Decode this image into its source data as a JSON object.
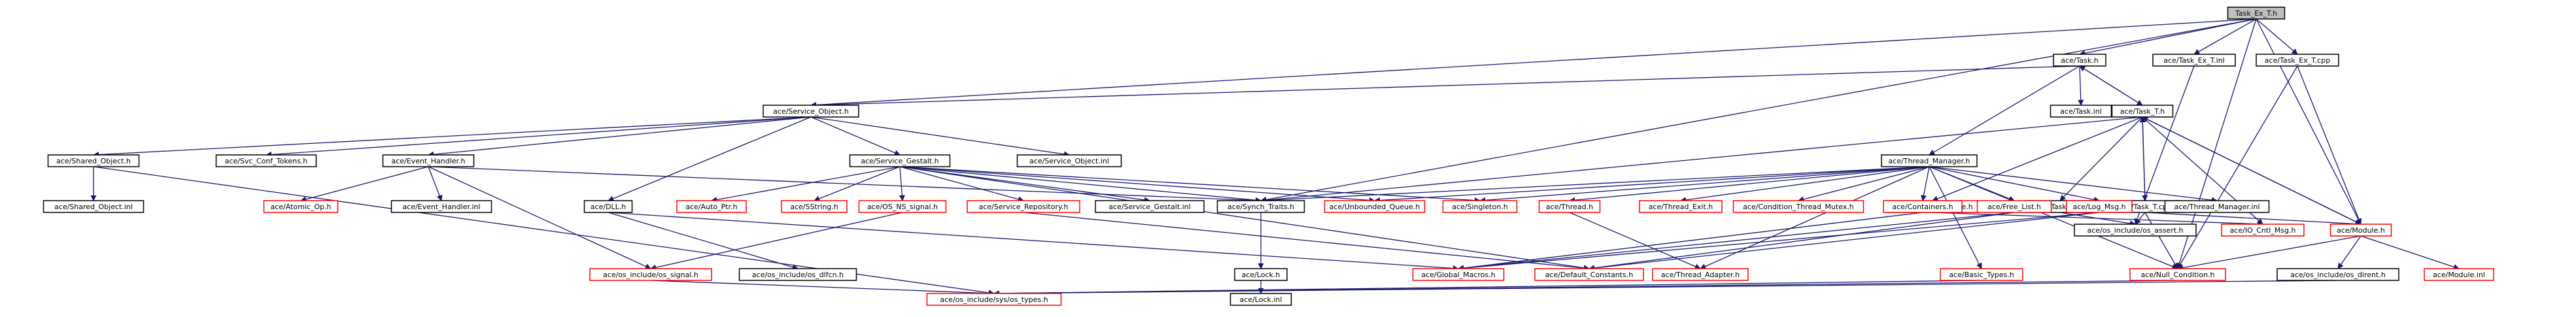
{
  "colors": {
    "root_fill": "#bfbfbf",
    "root_stroke": "#000000",
    "doc_stroke": "#000000",
    "undoc_stroke": "#ff0000",
    "node_fill": "#ffffff",
    "edge": "#191970",
    "text": "#000000"
  },
  "nodes": [
    {
      "id": "task_ex_t_h",
      "label": "Task_Ex_T.h",
      "kind": "root"
    },
    {
      "id": "task_h",
      "label": "ace/Task.h",
      "kind": "doc"
    },
    {
      "id": "task_ex_t_inl",
      "label": "ace/Task_Ex_T.inl",
      "kind": "doc"
    },
    {
      "id": "task_ex_t_cpp",
      "label": "ace/Task_Ex_T.cpp",
      "kind": "doc"
    },
    {
      "id": "service_object_h",
      "label": "ace/Service_Object.h",
      "kind": "doc"
    },
    {
      "id": "task_inl",
      "label": "ace/Task.inl",
      "kind": "doc"
    },
    {
      "id": "task_t_h",
      "label": "ace/Task_T.h",
      "kind": "doc"
    },
    {
      "id": "shared_object_h",
      "label": "ace/Shared_Object.h",
      "kind": "doc"
    },
    {
      "id": "svc_conf_tokens_h",
      "label": "ace/Svc_Conf_Tokens.h",
      "kind": "doc"
    },
    {
      "id": "event_handler_h",
      "label": "ace/Event_Handler.h",
      "kind": "doc"
    },
    {
      "id": "service_gestalt_h",
      "label": "ace/Service_Gestalt.h",
      "kind": "doc"
    },
    {
      "id": "service_object_inl",
      "label": "ace/Service_Object.inl",
      "kind": "doc"
    },
    {
      "id": "thread_manager_h",
      "label": "ace/Thread_Manager.h",
      "kind": "doc"
    },
    {
      "id": "message_queue_h",
      "label": "ace/Message_Queue.h",
      "kind": "undoc"
    },
    {
      "id": "task_t_inl",
      "label": "ace/Task_T.inl",
      "kind": "doc"
    },
    {
      "id": "task_t_cpp",
      "label": "ace/Task_T.cpp",
      "kind": "doc"
    },
    {
      "id": "shared_object_inl",
      "label": "ace/Shared_Object.inl",
      "kind": "doc"
    },
    {
      "id": "atomic_op_h",
      "label": "ace/Atomic_Op.h",
      "kind": "undoc"
    },
    {
      "id": "event_handler_inl",
      "label": "ace/Event_Handler.inl",
      "kind": "doc"
    },
    {
      "id": "dll_h",
      "label": "ace/DLL.h",
      "kind": "doc"
    },
    {
      "id": "auto_ptr_h",
      "label": "ace/Auto_Ptr.h",
      "kind": "undoc"
    },
    {
      "id": "sstring_h",
      "label": "ace/SString.h",
      "kind": "undoc"
    },
    {
      "id": "os_ns_signal_h",
      "label": "ace/OS_NS_signal.h",
      "kind": "undoc"
    },
    {
      "id": "service_repository_h",
      "label": "ace/Service_Repository.h",
      "kind": "undoc"
    },
    {
      "id": "service_gestalt_inl",
      "label": "ace/Service_Gestalt.inl",
      "kind": "doc"
    },
    {
      "id": "synch_traits_h",
      "label": "ace/Synch_Traits.h",
      "kind": "doc"
    },
    {
      "id": "unbounded_queue_h",
      "label": "ace/Unbounded_Queue.h",
      "kind": "undoc"
    },
    {
      "id": "singleton_h",
      "label": "ace/Singleton.h",
      "kind": "undoc"
    },
    {
      "id": "thread_h",
      "label": "ace/Thread.h",
      "kind": "undoc"
    },
    {
      "id": "thread_exit_h",
      "label": "ace/Thread_Exit.h",
      "kind": "undoc"
    },
    {
      "id": "condition_thread_mutex_h",
      "label": "ace/Condition_Thread_Mutex.h",
      "kind": "undoc"
    },
    {
      "id": "containers_h",
      "label": "ace/Containers.h",
      "kind": "undoc"
    },
    {
      "id": "free_list_h",
      "label": "ace/Free_List.h",
      "kind": "undoc"
    },
    {
      "id": "log_msg_h",
      "label": "ace/Log_Msg.h",
      "kind": "undoc"
    },
    {
      "id": "thread_manager_inl",
      "label": "ace/Thread_Manager.inl",
      "kind": "doc"
    },
    {
      "id": "io_cntl_msg_h",
      "label": "ace/IO_Cntl_Msg.h",
      "kind": "undoc"
    },
    {
      "id": "os_assert_h",
      "label": "ace/os_include/os_assert.h",
      "kind": "doc"
    },
    {
      "id": "module_h",
      "label": "ace/Module.h",
      "kind": "undoc"
    },
    {
      "id": "os_signal_h",
      "label": "ace/os_include/os_signal.h",
      "kind": "undoc"
    },
    {
      "id": "os_dlfcn_h",
      "label": "ace/os_include/os_dlfcn.h",
      "kind": "doc"
    },
    {
      "id": "lock_h",
      "label": "ace/Lock.h",
      "kind": "doc"
    },
    {
      "id": "global_macros_h",
      "label": "ace/Global_Macros.h",
      "kind": "undoc"
    },
    {
      "id": "default_constants_h",
      "label": "ace/Default_Constants.h",
      "kind": "undoc"
    },
    {
      "id": "thread_adapter_h",
      "label": "ace/Thread_Adapter.h",
      "kind": "undoc"
    },
    {
      "id": "basic_types_h",
      "label": "ace/Basic_Types.h",
      "kind": "undoc"
    },
    {
      "id": "null_condition_h",
      "label": "ace/Null_Condition.h",
      "kind": "undoc"
    },
    {
      "id": "os_dirent_h",
      "label": "ace/os_include/os_dirent.h",
      "kind": "doc"
    },
    {
      "id": "module_inl",
      "label": "ace/Module.inl",
      "kind": "undoc"
    },
    {
      "id": "os_types_h",
      "label": "ace/os_include/sys/os_types.h",
      "kind": "undoc"
    },
    {
      "id": "lock_inl",
      "label": "ace/Lock.inl",
      "kind": "doc"
    }
  ],
  "edges": [
    [
      "task_ex_t_h",
      "task_h"
    ],
    [
      "task_ex_t_h",
      "task_ex_t_inl"
    ],
    [
      "task_ex_t_h",
      "task_ex_t_cpp"
    ],
    [
      "task_ex_t_h",
      "service_object_h"
    ],
    [
      "task_ex_t_h",
      "synch_traits_h"
    ],
    [
      "task_ex_t_h",
      "module_h"
    ],
    [
      "task_ex_t_h",
      "null_condition_h"
    ],
    [
      "task_h",
      "service_object_h"
    ],
    [
      "task_h",
      "task_inl"
    ],
    [
      "task_h",
      "task_t_h"
    ],
    [
      "task_h",
      "thread_manager_h"
    ],
    [
      "task_ex_t_inl",
      "os_assert_h"
    ],
    [
      "task_ex_t_cpp",
      "module_h"
    ],
    [
      "task_ex_t_cpp",
      "null_condition_h"
    ],
    [
      "service_object_h",
      "shared_object_h"
    ],
    [
      "service_object_h",
      "svc_conf_tokens_h"
    ],
    [
      "service_object_h",
      "event_handler_h"
    ],
    [
      "service_object_h",
      "service_gestalt_h"
    ],
    [
      "service_object_h",
      "service_object_inl"
    ],
    [
      "service_object_h",
      "dll_h"
    ],
    [
      "shared_object_h",
      "shared_object_inl"
    ],
    [
      "shared_object_h",
      "os_types_h"
    ],
    [
      "event_handler_h",
      "atomic_op_h"
    ],
    [
      "event_handler_h",
      "event_handler_inl"
    ],
    [
      "event_handler_h",
      "synch_traits_h"
    ],
    [
      "event_handler_h",
      "os_signal_h"
    ],
    [
      "dll_h",
      "os_dlfcn_h"
    ],
    [
      "dll_h",
      "global_macros_h"
    ],
    [
      "service_gestalt_h",
      "auto_ptr_h"
    ],
    [
      "service_gestalt_h",
      "sstring_h"
    ],
    [
      "service_gestalt_h",
      "os_ns_signal_h"
    ],
    [
      "service_gestalt_h",
      "service_repository_h"
    ],
    [
      "service_gestalt_h",
      "service_gestalt_inl"
    ],
    [
      "service_gestalt_h",
      "synch_traits_h"
    ],
    [
      "service_gestalt_h",
      "unbounded_queue_h"
    ],
    [
      "service_gestalt_h",
      "singleton_h"
    ],
    [
      "service_gestalt_h",
      "default_constants_h"
    ],
    [
      "os_ns_signal_h",
      "os_signal_h"
    ],
    [
      "service_repository_h",
      "default_constants_h"
    ],
    [
      "synch_traits_h",
      "lock_h"
    ],
    [
      "lock_h",
      "lock_inl"
    ],
    [
      "task_t_h",
      "task_h"
    ],
    [
      "task_t_h",
      "message_queue_h"
    ],
    [
      "task_t_h",
      "synch_traits_h"
    ],
    [
      "task_t_h",
      "task_t_inl"
    ],
    [
      "task_t_h",
      "task_t_cpp"
    ],
    [
      "task_t_h",
      "io_cntl_msg_h"
    ],
    [
      "task_t_h",
      "module_h"
    ],
    [
      "message_queue_h",
      "io_cntl_msg_h"
    ],
    [
      "task_t_inl",
      "os_assert_h"
    ],
    [
      "task_t_cpp",
      "module_h"
    ],
    [
      "task_t_cpp",
      "os_assert_h"
    ],
    [
      "task_t_cpp",
      "task_t_h"
    ],
    [
      "task_t_cpp",
      "null_condition_h"
    ],
    [
      "module_h",
      "task_t_h"
    ],
    [
      "module_h",
      "module_inl"
    ],
    [
      "module_h",
      "os_dirent_h"
    ],
    [
      "module_h",
      "null_condition_h"
    ],
    [
      "thread_manager_h",
      "thread_h"
    ],
    [
      "thread_manager_h",
      "thread_exit_h"
    ],
    [
      "thread_manager_h",
      "condition_thread_mutex_h"
    ],
    [
      "thread_manager_h",
      "containers_h"
    ],
    [
      "thread_manager_h",
      "free_list_h"
    ],
    [
      "thread_manager_h",
      "log_msg_h"
    ],
    [
      "thread_manager_h",
      "thread_manager_inl"
    ],
    [
      "thread_manager_h",
      "thread_adapter_h"
    ],
    [
      "thread_manager_h",
      "basic_types_h"
    ],
    [
      "thread_manager_h",
      "synch_traits_h"
    ],
    [
      "thread_manager_h",
      "unbounded_queue_h"
    ],
    [
      "thread_manager_h",
      "singleton_h"
    ],
    [
      "thread_manager_h",
      "null_condition_h"
    ],
    [
      "thread_h",
      "thread_adapter_h"
    ],
    [
      "free_list_h",
      "global_macros_h"
    ],
    [
      "free_list_h",
      "default_constants_h"
    ],
    [
      "log_msg_h",
      "global_macros_h"
    ],
    [
      "log_msg_h",
      "default_constants_h"
    ],
    [
      "containers_h",
      "global_macros_h"
    ],
    [
      "basic_types_h",
      "os_types_h"
    ],
    [
      "os_signal_h",
      "os_types_h"
    ],
    [
      "os_dirent_h",
      "os_types_h"
    ],
    [
      "null_condition_h",
      "os_types_h"
    ]
  ]
}
